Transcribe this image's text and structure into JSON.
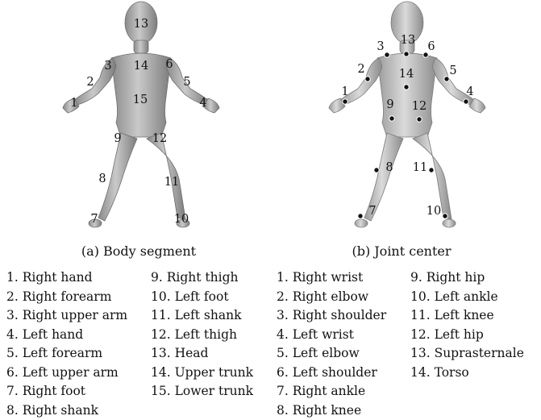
{
  "captions": {
    "body_segment": "(a) Body segment",
    "joint_center": "(b) Joint center"
  },
  "segment_labels": [
    "13",
    "3",
    "14",
    "6",
    "2",
    "5",
    "15",
    "1",
    "4",
    "9",
    "12",
    "8",
    "11",
    "7",
    "10"
  ],
  "joint_labels": [
    "3",
    "13",
    "6",
    "2",
    "5",
    "14",
    "1",
    "4",
    "9",
    "12",
    "8",
    "11",
    "7",
    "10"
  ],
  "segment_legend": [
    "1. Right hand",
    "2. Right forearm",
    "3. Right upper arm",
    "4. Left hand",
    "5. Left forearm",
    "6. Left upper arm",
    "7. Right foot",
    "8. Right shank",
    "9. Right thigh",
    "10. Left foot",
    "11. Left shank",
    "12. Left thigh",
    "13. Head",
    "14. Upper trunk",
    "15. Lower trunk"
  ],
  "joint_legend": [
    "1. Right wrist",
    "2. Right elbow",
    "3. Right shoulder",
    "4. Left wrist",
    "5. Left elbow",
    "6. Left shoulder",
    "7. Right ankle",
    "8. Right knee",
    "9. Right hip",
    "10. Left ankle",
    "11. Left knee",
    "12. Left hip",
    "13. Suprasternale",
    "14. Torso"
  ]
}
